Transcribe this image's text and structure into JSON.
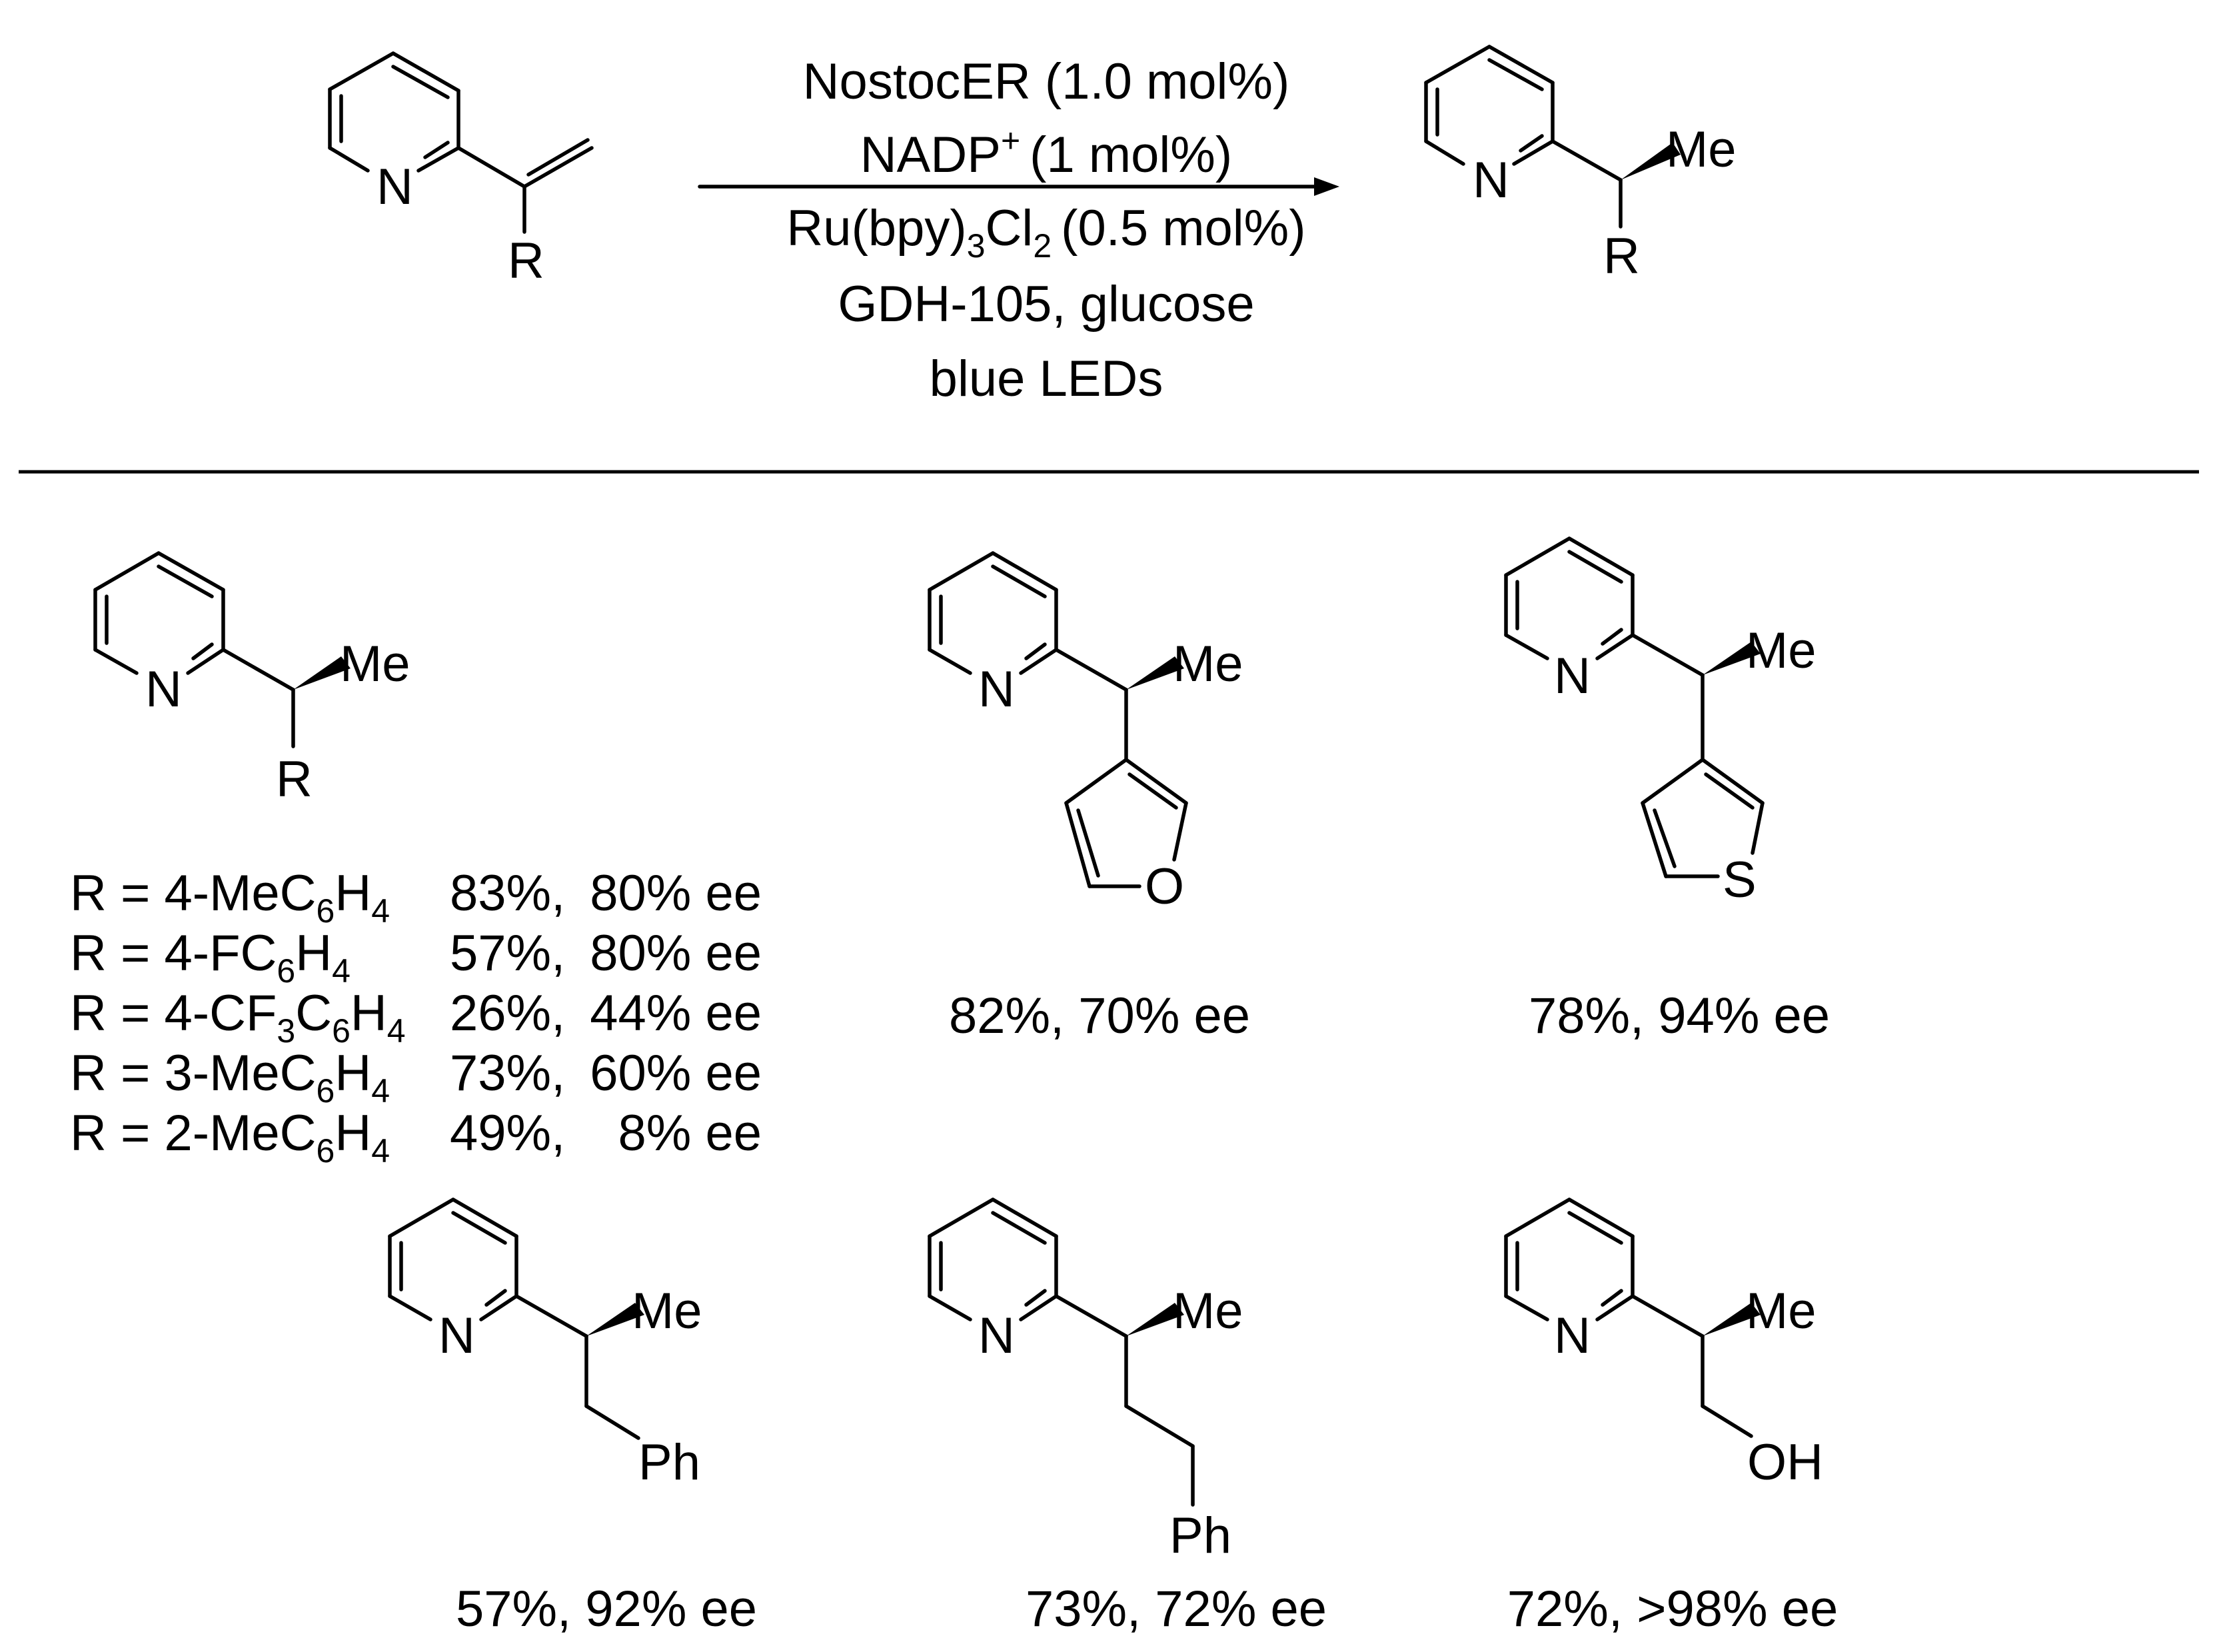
{
  "reaction": {
    "conditions": [
      "NostocER (1.0 mol%)",
      "NADP",
      "(1 mol%)",
      "Ru(bpy)",
      "Cl",
      "(0.5 mol%)",
      "GDH-105, glucose",
      "blue LEDs"
    ],
    "nadp_sup": "+",
    "sub3": "3",
    "sub2": "2"
  },
  "atoms": {
    "N": "N",
    "R": "R",
    "Me": "Me",
    "O": "O",
    "S": "S",
    "Ph": "Ph",
    "OH": "OH"
  },
  "r_table": [
    {
      "r": "R = 4-MeC",
      "sub1": "6",
      "h": "H",
      "sub2": "4",
      "extra": "",
      "extra_sub": "",
      "yield": "83%,",
      "ee": "80% ee"
    },
    {
      "r": "R = 4-FC",
      "sub1": "6",
      "h": "H",
      "sub2": "4",
      "extra": "",
      "extra_sub": "",
      "yield": "57%,",
      "ee": "80% ee"
    },
    {
      "r": "R = 4-CF",
      "sub1": "3",
      "h": "C",
      "sub2": "6",
      "extra": "H",
      "extra_sub": "4",
      "yield": "26%,",
      "ee": "44% ee"
    },
    {
      "r": "R = 3-MeC",
      "sub1": "6",
      "h": "H",
      "sub2": "4",
      "extra": "",
      "extra_sub": "",
      "yield": "73%,",
      "ee": "60% ee"
    },
    {
      "r": "R = 2-MeC",
      "sub1": "6",
      "h": "H",
      "sub2": "4",
      "extra": "",
      "extra_sub": "",
      "yield": "49%,",
      "ee": "8% ee"
    }
  ],
  "results": {
    "furyl": "82%, 70% ee",
    "thienyl": "78%, 94% ee",
    "benzyl": "57%, 92% ee",
    "phenethyl": "73%, 72% ee",
    "hydroxymethyl": "72%, >98% ee"
  }
}
